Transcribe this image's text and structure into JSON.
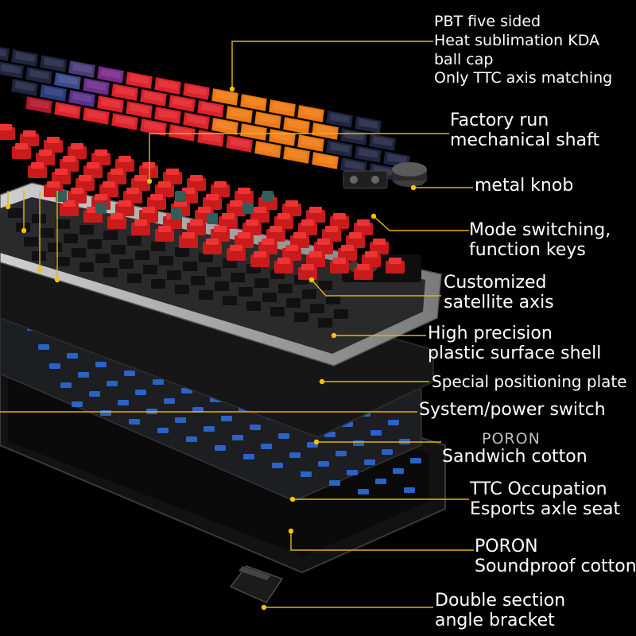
{
  "labels": {
    "pbt": [
      "PBT five sided",
      "Heat sublimation KDA",
      "ball cap",
      "Only TTC axis matching"
    ],
    "factory": [
      "Factory run",
      "mechanical shaft"
    ],
    "knob": "metal knob",
    "mode": [
      "Mode switching,",
      "function keys"
    ],
    "satellite": [
      "Customized",
      "satellite axis"
    ],
    "shell": [
      "High precision",
      "plastic surface shell"
    ],
    "plate": "Special positioning plate",
    "power": "System/power switch",
    "poron1_brand": "PORON",
    "poron1_text": "Sandwich cotton",
    "ttc": [
      "TTC Occupation",
      "Esports axle seat"
    ],
    "poron2": [
      "PORON",
      "Soundproof cotton"
    ],
    "bracket": [
      "Double section",
      "angle bracket"
    ]
  },
  "colors": {
    "background": "#000000",
    "leader_line": "#e7b400",
    "keycap_red": "#e0222a",
    "keycap_orange": "#f07a12",
    "keycap_navy": "#20253f",
    "switch_red": "#c81b1b",
    "plate_silver": "#9a9a9a",
    "pcb_dark": "#1c1e22",
    "pcb_component": "#2a62c8"
  }
}
